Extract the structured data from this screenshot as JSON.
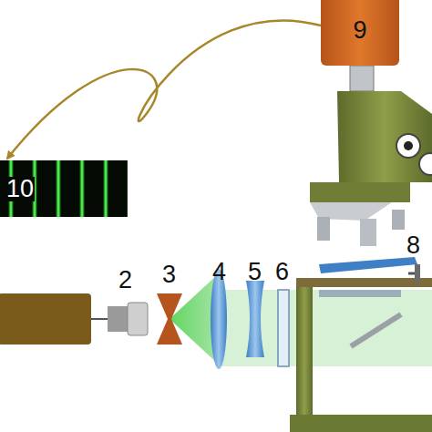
{
  "diagram": {
    "nodes": [
      {
        "text": [
          "9"
        ]
      },
      {
        "text": [
          "10"
        ]
      }
    ],
    "edges": [
      {
        "from": 0,
        "to": 1,
        "arrow": "to"
      }
    ],
    "labels": [
      "2",
      "3",
      "4",
      "5",
      "6",
      "8"
    ]
  }
}
